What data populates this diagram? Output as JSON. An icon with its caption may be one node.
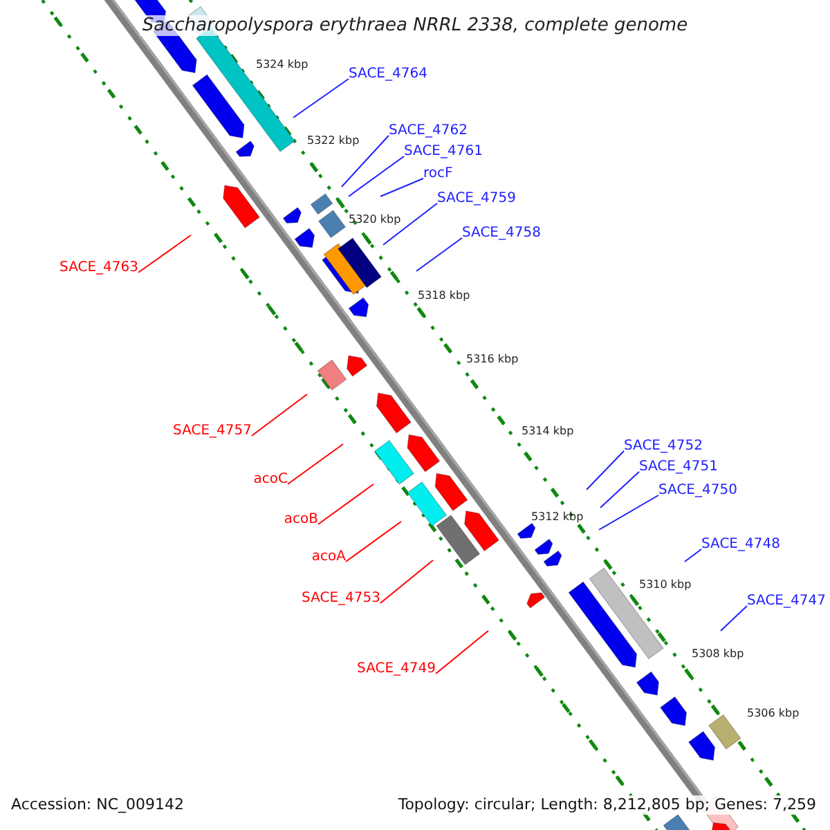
{
  "diagram": {
    "title": "Saccharopolyspora erythraea NRRL 2338, complete genome",
    "nodes": [
      {
        "text": [
          "SACE_4764"
        ]
      },
      {
        "text": [
          "SACE_4762"
        ]
      },
      {
        "text": [
          "SACE_4761"
        ]
      },
      {
        "text": [
          "rocF"
        ]
      },
      {
        "text": [
          "SACE_4759"
        ]
      },
      {
        "text": [
          "SACE_4758"
        ]
      },
      {
        "text": [
          "SACE_4763"
        ]
      },
      {
        "text": [
          "SACE_4757"
        ]
      },
      {
        "text": [
          "SACE_4752"
        ]
      },
      {
        "text": [
          "SACE_4751"
        ]
      },
      {
        "text": [
          "acoC"
        ]
      },
      {
        "text": [
          "SACE_4750"
        ]
      },
      {
        "text": [
          "acoB"
        ]
      },
      {
        "text": [
          "SACE_4748"
        ]
      },
      {
        "text": [
          "acoA"
        ]
      },
      {
        "text": [
          "SACE_4753"
        ]
      },
      {
        "text": [
          "SACE_4747"
        ]
      },
      {
        "text": [
          "SACE_4749"
        ]
      }
    ],
    "edges": [
      {
        "from": 0,
        "to": null,
        "arrow": "none"
      },
      {
        "from": 1,
        "to": null,
        "arrow": "none"
      },
      {
        "from": 2,
        "to": null,
        "arrow": "none"
      },
      {
        "from": 3,
        "to": null,
        "arrow": "none"
      },
      {
        "from": 4,
        "to": null,
        "arrow": "none"
      },
      {
        "from": 5,
        "to": null,
        "arrow": "none"
      },
      {
        "from": 6,
        "to": null,
        "arrow": "none",
        "color": "#ff0000"
      },
      {
        "from": 7,
        "to": null,
        "arrow": "none",
        "color": "#ff0000"
      },
      {
        "from": 8,
        "to": null,
        "arrow": "none"
      },
      {
        "from": 9,
        "to": null,
        "arrow": "none"
      },
      {
        "from": 10,
        "to": null,
        "arrow": "none",
        "color": "#ff0000"
      },
      {
        "from": 11,
        "to": null,
        "arrow": "none"
      },
      {
        "from": 12,
        "to": null,
        "arrow": "none",
        "color": "#ff0000"
      },
      {
        "from": 13,
        "to": null,
        "arrow": "none"
      },
      {
        "from": 14,
        "to": null,
        "arrow": "none",
        "color": "#ff0000"
      },
      {
        "from": 15,
        "to": null,
        "arrow": "none",
        "color": "#ff0000"
      },
      {
        "from": 16,
        "to": null,
        "arrow": "none"
      },
      {
        "from": 17,
        "to": null,
        "arrow": "none",
        "color": "#ff0000"
      }
    ],
    "labels": [
      "5324 kbp",
      "5322 kbp",
      "5320 kbp",
      "5318 kbp",
      "5316 kbp",
      "5314 kbp",
      "5312 kbp",
      "5310 kbp",
      "5308 kbp",
      "5306 kbp",
      "Accession: NC_009142",
      "Topology: circular; Length: 8,212,805 bp; Genes: 7,259"
    ]
  }
}
